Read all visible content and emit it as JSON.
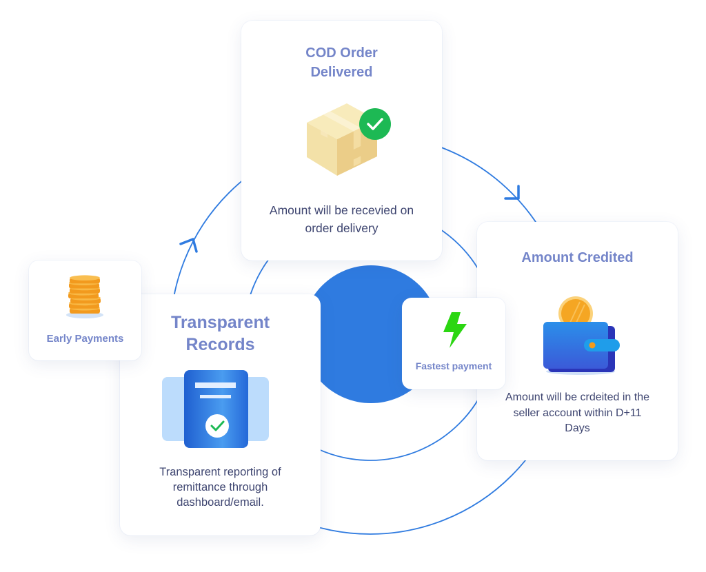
{
  "colors": {
    "accent": "#2F7BE0",
    "title": "#7485C9",
    "body_text": "#3E4570",
    "check_green": "#1DB954",
    "bolt_green": "#2BD612"
  },
  "cards": {
    "cod_order_delivered": {
      "title": [
        "COD Order",
        "Delivered"
      ],
      "description": [
        "Amount will be recevied on",
        "order delivery"
      ],
      "icon": "package-delivered-icon"
    },
    "amount_credited": {
      "title": [
        "Amount Credited"
      ],
      "description": [
        "Amount will be crdeited in the",
        "seller account within D+11",
        "Days"
      ],
      "icon": "wallet-coin-icon"
    },
    "transparent_records": {
      "title": [
        "Transparent",
        "Records"
      ],
      "description": [
        "Transparent reporting of",
        "remittance through",
        "dashboard/email."
      ],
      "icon": "document-check-icon"
    },
    "early_payments": {
      "label": "Early Payments",
      "icon": "coin-stack-icon"
    },
    "fastest_payment": {
      "label": "Fastest payment",
      "icon": "lightning-bolt-icon"
    }
  }
}
